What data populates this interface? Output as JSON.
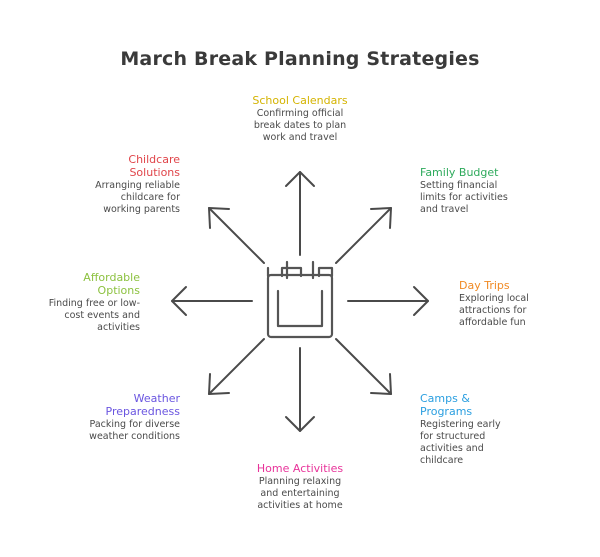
{
  "title": "March Break Planning Strategies",
  "colors": {
    "arrow": "#4a4a4a",
    "school": "#d4b300",
    "budget": "#2eaa5c",
    "daytrips": "#f08a24",
    "camps": "#2b9fe0",
    "home": "#e8339a",
    "weather": "#6a55e0",
    "affordable": "#8cc13f",
    "childcare": "#e0454a"
  },
  "center_icon": "calendar-icon",
  "nodes": {
    "school": {
      "title": "School Calendars",
      "description": "Confirming official\nbreak dates to plan\nwork and travel"
    },
    "budget": {
      "title": "Family Budget",
      "description": "Setting financial\nlimits for activities\nand travel"
    },
    "daytrips": {
      "title": "Day Trips",
      "description": "Exploring local\nattractions for\naffordable fun"
    },
    "camps": {
      "title": "Camps &\nPrograms",
      "description": "Registering early\nfor structured\nactivities and\nchildcare"
    },
    "home": {
      "title": "Home Activities",
      "description": "Planning relaxing\nand entertaining\nactivities at home"
    },
    "weather": {
      "title": "Weather\nPreparedness",
      "description": "Packing for diverse\nweather conditions"
    },
    "affordable": {
      "title": "Affordable\nOptions",
      "description": "Finding free or low-\ncost events and\nactivities"
    },
    "childcare": {
      "title": "Childcare\nSolutions",
      "description": "Arranging reliable\nchildcare for\nworking parents"
    }
  }
}
